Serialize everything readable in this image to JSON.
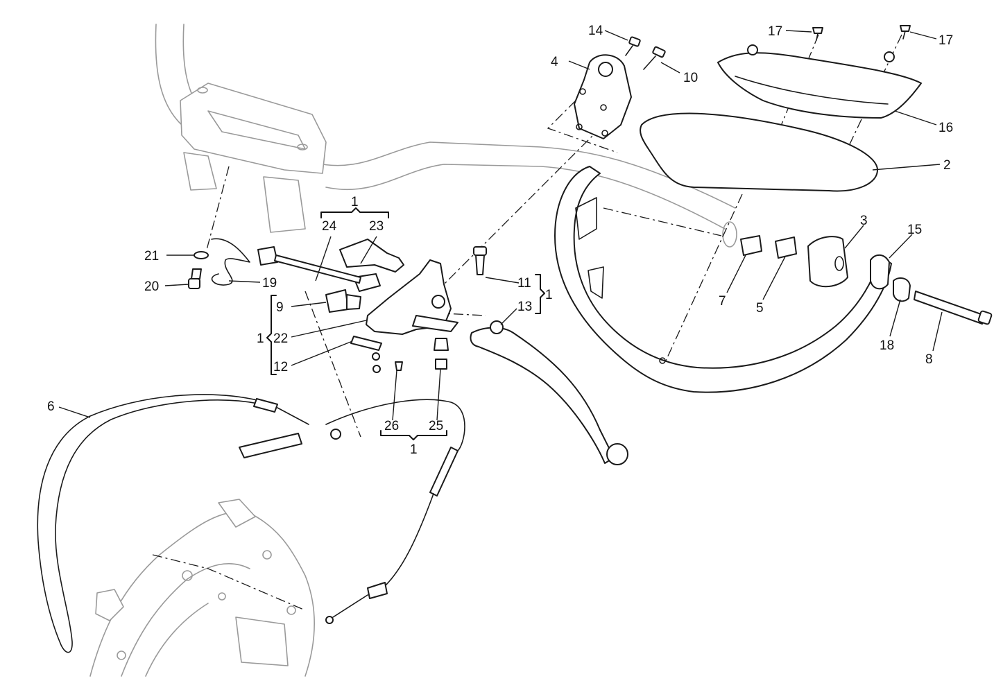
{
  "diagram": {
    "title": "Handlebar and clutch lever assembly exploded view",
    "callouts": {
      "c1_top": "1",
      "c1_left": "1",
      "c1_right": "1",
      "c1_bottom": "1",
      "c2": "2",
      "c3": "3",
      "c4": "4",
      "c5": "5",
      "c6": "6",
      "c7": "7",
      "c8": "8",
      "c9": "9",
      "c10": "10",
      "c11": "11",
      "c12": "12",
      "c13": "13",
      "c14": "14",
      "c15": "15",
      "c16": "16",
      "c17_left": "17",
      "c17_right": "17",
      "c18": "18",
      "c19": "19",
      "c20": "20",
      "c21": "21",
      "c22": "22",
      "c23": "23",
      "c24": "24",
      "c25": "25",
      "c26": "26"
    },
    "colors": {
      "line": "#1a1a1a",
      "ghost": "#9a9a9a",
      "background": "#ffffff"
    }
  }
}
